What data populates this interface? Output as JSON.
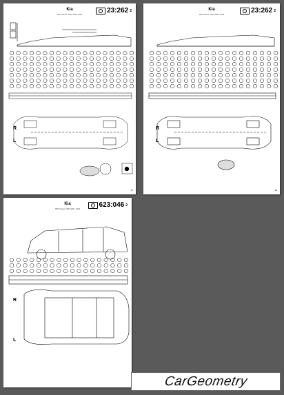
{
  "pages": [
    {
      "brand": "Kia",
      "subtitle": "MPV Carens / MPV 2000 - 2006",
      "code": "23:262",
      "code_sup": "2",
      "right_label": "R",
      "left_label": "L",
      "page_number": "57"
    },
    {
      "brand": "Kia",
      "subtitle": "MPV Carens / MPV 2000 - 2006",
      "code": "23:262",
      "code_sup": "2",
      "right_label": "R",
      "left_label": "L",
      "page_number": "58"
    },
    {
      "brand": "Kia",
      "subtitle": "MPV Carens / MPV 2000 - 2006",
      "code": "623:046",
      "code_sup": "2",
      "right_label": "R",
      "left_label": "L"
    }
  ],
  "logo_text": "CarGeometry"
}
